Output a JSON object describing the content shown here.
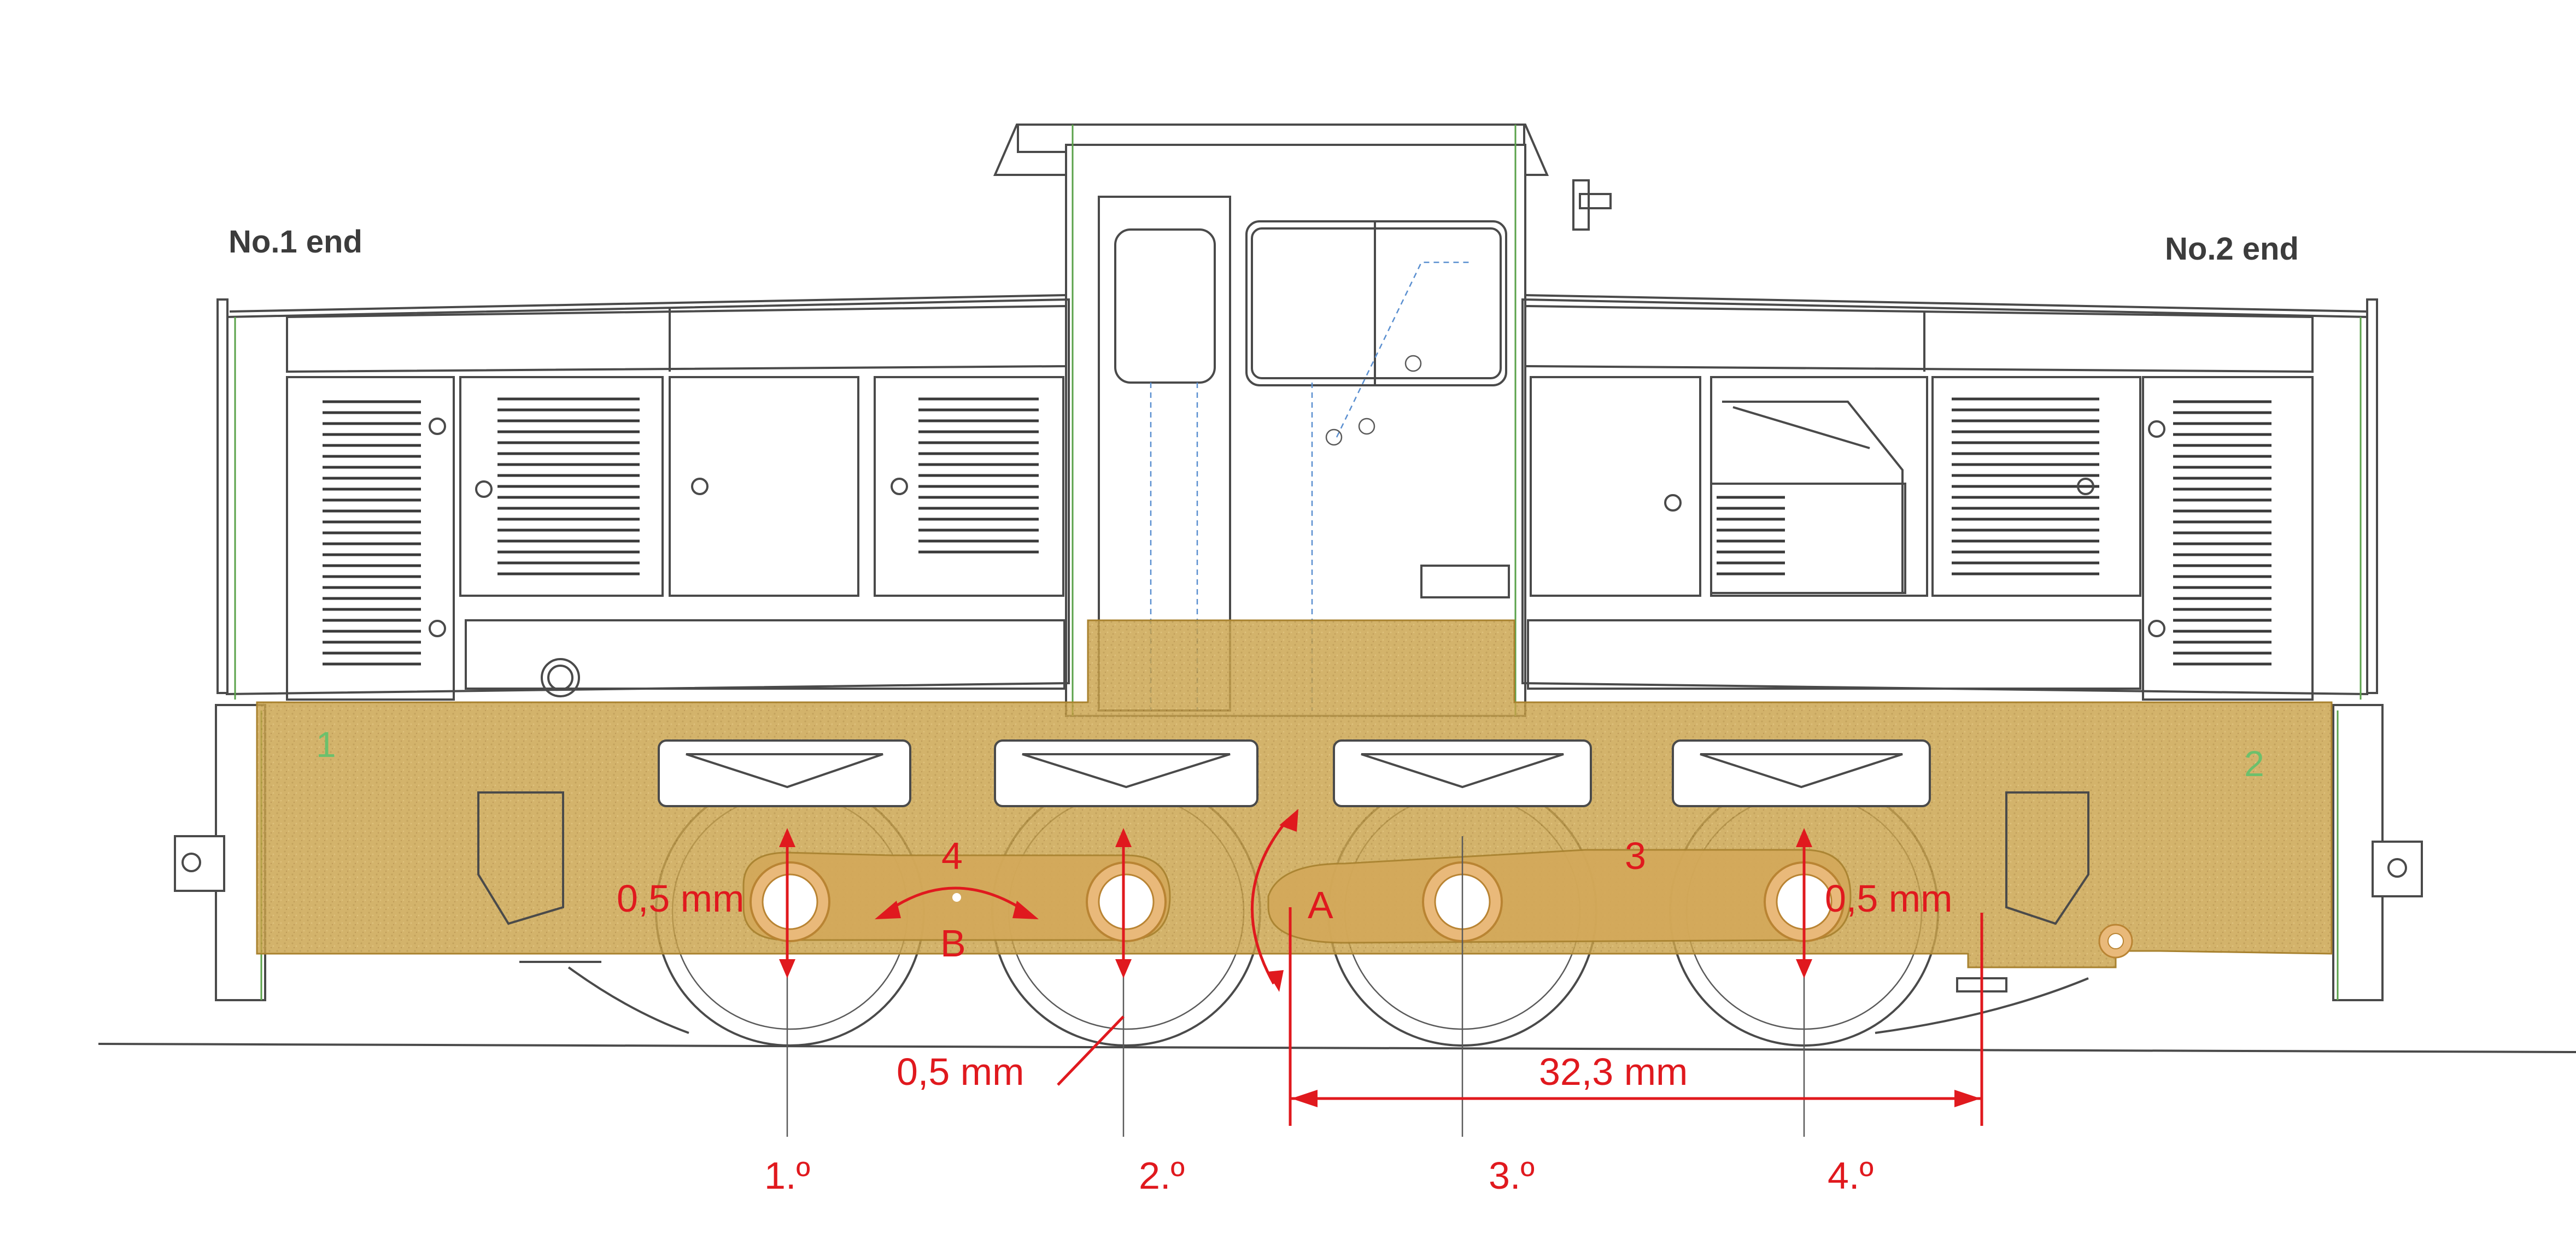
{
  "labels": {
    "end_left": "No.1 end",
    "end_right": "No.2 end",
    "marker_1": "1",
    "marker_2": "2",
    "bar_left": "4",
    "bar_right": "3",
    "point_a": "A",
    "point_b": "B"
  },
  "dimensions": {
    "offset_axle1": "0,5 mm",
    "offset_axle2": "0,5 mm",
    "offset_axle4": "0,5 mm",
    "span": "32,3 mm"
  },
  "axles": [
    "1.º",
    "2.º",
    "3.º",
    "4.º"
  ],
  "colors": {
    "annotation": "#e0191e",
    "frame_overlay": "#c9a24a",
    "drawing_ink": "#4a4a4a",
    "marker_green": "#6cc06c",
    "outline_green": "#5aa24a",
    "piping_blue": "#5a8fd0"
  }
}
